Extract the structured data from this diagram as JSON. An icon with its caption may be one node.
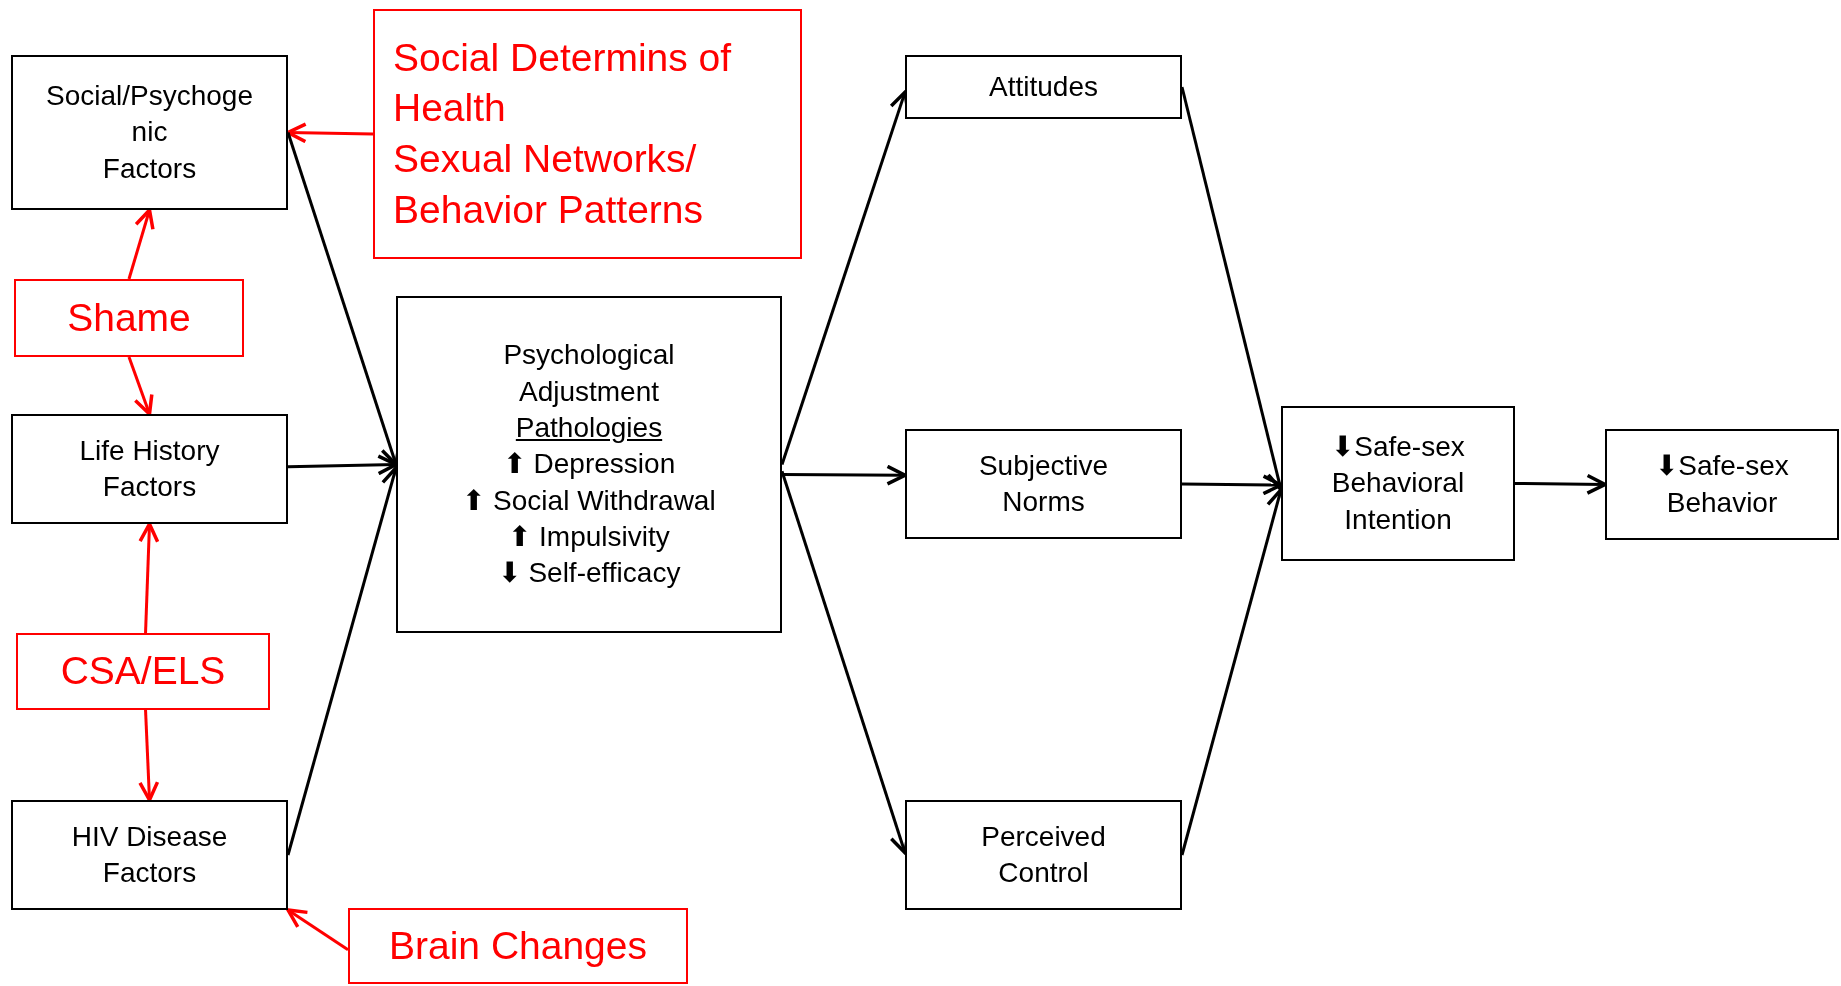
{
  "diagram": {
    "nodes": [
      {
        "text": [
          "Social/Psychoge nic Factors"
        ]
      },
      {
        "text": [
          "Social Determins of Health",
          "Sexual Networks/ Behavior Patterns"
        ]
      },
      {
        "text": [
          "Shame"
        ]
      },
      {
        "text": [
          "Life History Factors"
        ]
      },
      {
        "text": [
          "CSA/ELS"
        ]
      },
      {
        "text": [
          "HIV Disease Factors"
        ]
      },
      {
        "text": [
          "Brain Changes"
        ]
      },
      {
        "text": [
          "Psychological Adjustment",
          "Pathologies",
          "⬆ Depression",
          "⬆ Social Withdrawal",
          "⬆ Impulsivity",
          "⬇ Self-efficacy"
        ]
      },
      {
        "text": [
          "Attitudes"
        ]
      },
      {
        "text": [
          "Subjective Norms"
        ]
      },
      {
        "text": [
          "Perceived Control"
        ]
      },
      {
        "text": [
          "⬇Safe-sex Behavioral Intention"
        ]
      },
      {
        "text": [
          "⬇Safe-sex Behavior"
        ]
      }
    ],
    "edges": [
      {
        "from": 1,
        "to": 0,
        "arrow": "to",
        "color": "#ff0000"
      },
      {
        "from": 2,
        "to": 0,
        "arrow": "to",
        "color": "#ff0000"
      },
      {
        "from": 2,
        "to": 3,
        "arrow": "to",
        "color": "#ff0000"
      },
      {
        "from": 4,
        "to": 3,
        "arrow": "to",
        "color": "#ff0000"
      },
      {
        "from": 4,
        "to": 5,
        "arrow": "to",
        "color": "#ff0000"
      },
      {
        "from": 6,
        "to": 5,
        "arrow": "to",
        "color": "#ff0000"
      },
      {
        "from": 0,
        "to": 7,
        "arrow": "to"
      },
      {
        "from": 3,
        "to": 7,
        "arrow": "to"
      },
      {
        "from": 5,
        "to": 7,
        "arrow": "to"
      },
      {
        "from": 7,
        "to": 8,
        "arrow": "to"
      },
      {
        "from": 7,
        "to": 9,
        "arrow": "to"
      },
      {
        "from": 7,
        "to": 10,
        "arrow": "to"
      },
      {
        "from": 8,
        "to": 11,
        "arrow": "to"
      },
      {
        "from": 9,
        "to": 11,
        "arrow": "to"
      },
      {
        "from": 10,
        "to": 11,
        "arrow": "to"
      },
      {
        "from": 11,
        "to": 12,
        "arrow": "to"
      }
    ]
  }
}
